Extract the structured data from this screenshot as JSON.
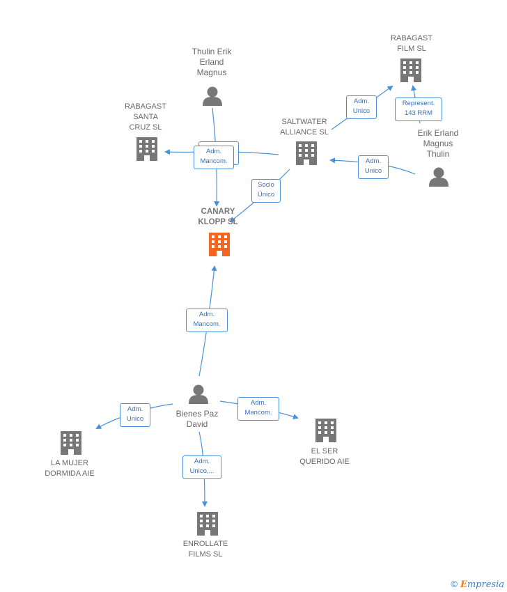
{
  "nodes": {
    "canary": "CANARY\nKLOPP  SL",
    "rabagast_santa": "RABAGAST\nSANTA\nCRUZ  SL",
    "saltwater": "SALTWATER\nALLIANCE  SL",
    "rabagast_film": "RABAGAST\nFILM SL",
    "thulin_erik": "Thulin Erik\nErland\nMagnus",
    "erik_erland": "Erik Erland\nMagnus\nThulin",
    "bienes": "Bienes Paz\nDavid",
    "la_mujer": "LA MUJER\nDORMIDA  AIE",
    "el_ser": "EL SER\nQUERIDO  AIE",
    "enrollate": "ENROLLATE\nFILMS  SL"
  },
  "edges": {
    "adm_unico_salt_film": "Adm.\nUnico",
    "represent": "Represent.\n143 RRM",
    "adm_mancom_thulin": "Adm.\nMancom.",
    "adm_unico_erik_salt": "Adm.\nUnico",
    "socio_unico": "Socio\nÚnico",
    "adm_mancom_bienes_canary": "Adm.\nMancom.",
    "adm_unico_mujer": "Adm.\nUnico",
    "adm_mancom_elser": "Adm.\nMancom.",
    "adm_unico_enrollate": "Adm.\nUnico,..."
  },
  "footer": {
    "copyright": "©",
    "brand_first": "E",
    "brand_rest": "mpresia"
  },
  "colors": {
    "edge": "#4a90d9",
    "company": "#777777",
    "center_company": "#f26522",
    "person": "#777777"
  }
}
